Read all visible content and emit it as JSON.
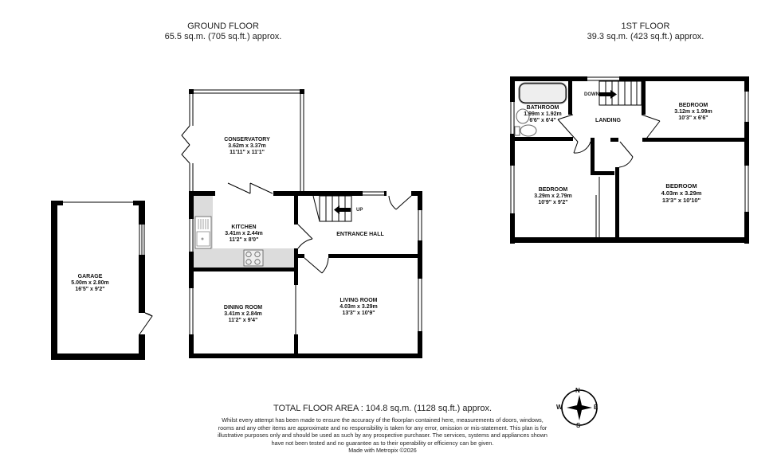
{
  "ground_floor": {
    "title": "GROUND FLOOR",
    "area": "65.5 sq.m. (705 sq.ft.) approx.",
    "rooms": [
      {
        "name": "CONSERVATORY",
        "metric": "3.62m  x 3.37m",
        "imperial": "11'11\"  x 11'1\""
      },
      {
        "name": "KITCHEN",
        "metric": "3.41m  x 2.44m",
        "imperial": "11'2\"  x 8'0\""
      },
      {
        "name": "ENTRANCE HALL"
      },
      {
        "name": "GARAGE",
        "metric": "5.00m  x 2.80m",
        "imperial": "16'5\"  x 9'2\""
      },
      {
        "name": "DINING ROOM",
        "metric": "3.41m  x 2.84m",
        "imperial": "11'2\"  x 9'4\""
      },
      {
        "name": "LIVING ROOM",
        "metric": "4.03m  x 3.29m",
        "imperial": "13'3\"  x 10'9\""
      }
    ],
    "stair_label": "UP"
  },
  "first_floor": {
    "title": "1ST FLOOR",
    "area": "39.3 sq.m. (423 sq.ft.) approx.",
    "rooms": [
      {
        "name": "BATHROOM",
        "metric": "1.99m  x 1.92m",
        "imperial": "6'6\"  x 6'4\""
      },
      {
        "name": "LANDING"
      },
      {
        "name": "BEDROOM",
        "metric": "3.12m  x 1.99m",
        "imperial": "10'3\"  x 6'6\""
      },
      {
        "name": "BEDROOM",
        "metric": "3.29m  x 2.79m",
        "imperial": "10'9\"  x 9'2\""
      },
      {
        "name": "BEDROOM",
        "metric": "4.03m  x 3.29m",
        "imperial": "13'3\"  x 10'10\""
      }
    ],
    "stair_label": "DOWN"
  },
  "footer": {
    "total": "TOTAL FLOOR AREA : 104.8 sq.m. (1128 sq.ft.) approx.",
    "disclaimer": "Whilst every attempt has been made to ensure the accuracy of the floorplan contained here, measurements of doors, windows, rooms and any other items are approximate and no responsibility is taken for any error, omission or mis-statement. This plan is for illustrative purposes only and should be used as such by any prospective purchaser. The services, systems and appliances shown have not been tested and no guarantee as to their operability or efficiency can be given.",
    "credit": "Made with Metropix ©2026"
  },
  "compass": {
    "n": "N",
    "e": "E",
    "s": "S",
    "w": "W"
  },
  "colors": {
    "wall": "#000000",
    "counter": "#dcdcdc",
    "text": "#111111"
  }
}
